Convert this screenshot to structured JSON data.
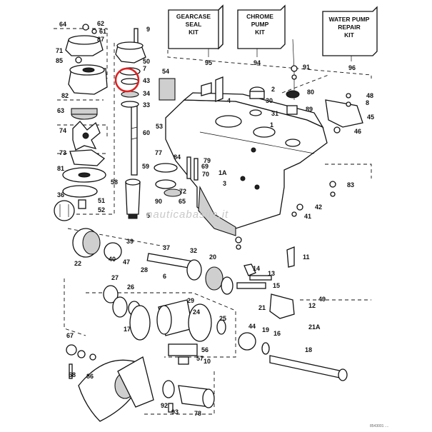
{
  "kits": [
    {
      "line1": "GEARCASE",
      "line2": "SEAL",
      "line3": "KIT",
      "ref": "95"
    },
    {
      "line1": "CHROME",
      "line2": "PUMP",
      "line3": "KIT",
      "ref": "94"
    },
    {
      "line1": "WATER PUMP",
      "line2": "REPAIR",
      "line3": "KIT",
      "ref": "96"
    }
  ],
  "labels": [
    "64",
    "62",
    "61",
    "87",
    "71",
    "85",
    "82",
    "63",
    "74",
    "73",
    "81",
    "36",
    "51",
    "52",
    "9",
    "50",
    "7",
    "43",
    "34",
    "33",
    "60",
    "59",
    "58",
    "39",
    "40",
    "47",
    "22",
    "5",
    "3",
    "8",
    "54",
    "53",
    "4",
    "1",
    "2",
    "30",
    "31",
    "89",
    "84",
    "79",
    "69",
    "70",
    "65",
    "72",
    "90",
    "77",
    "1A",
    "91",
    "80",
    "48",
    "45",
    "46",
    "83",
    "42",
    "41",
    "11",
    "37",
    "32",
    "20",
    "28",
    "6",
    "27",
    "26",
    "29",
    "24",
    "25",
    "17",
    "14",
    "13",
    "15",
    "16",
    "12",
    "49",
    "21",
    "21A",
    "19",
    "44",
    "18",
    "10",
    "57",
    "56",
    "67",
    "68",
    "86",
    "92",
    "93",
    "78"
  ],
  "highlight": {
    "color": "#e02020",
    "part": "43"
  },
  "watermark": "nauticabasile.it",
  "footer_code": "8543001 ...."
}
